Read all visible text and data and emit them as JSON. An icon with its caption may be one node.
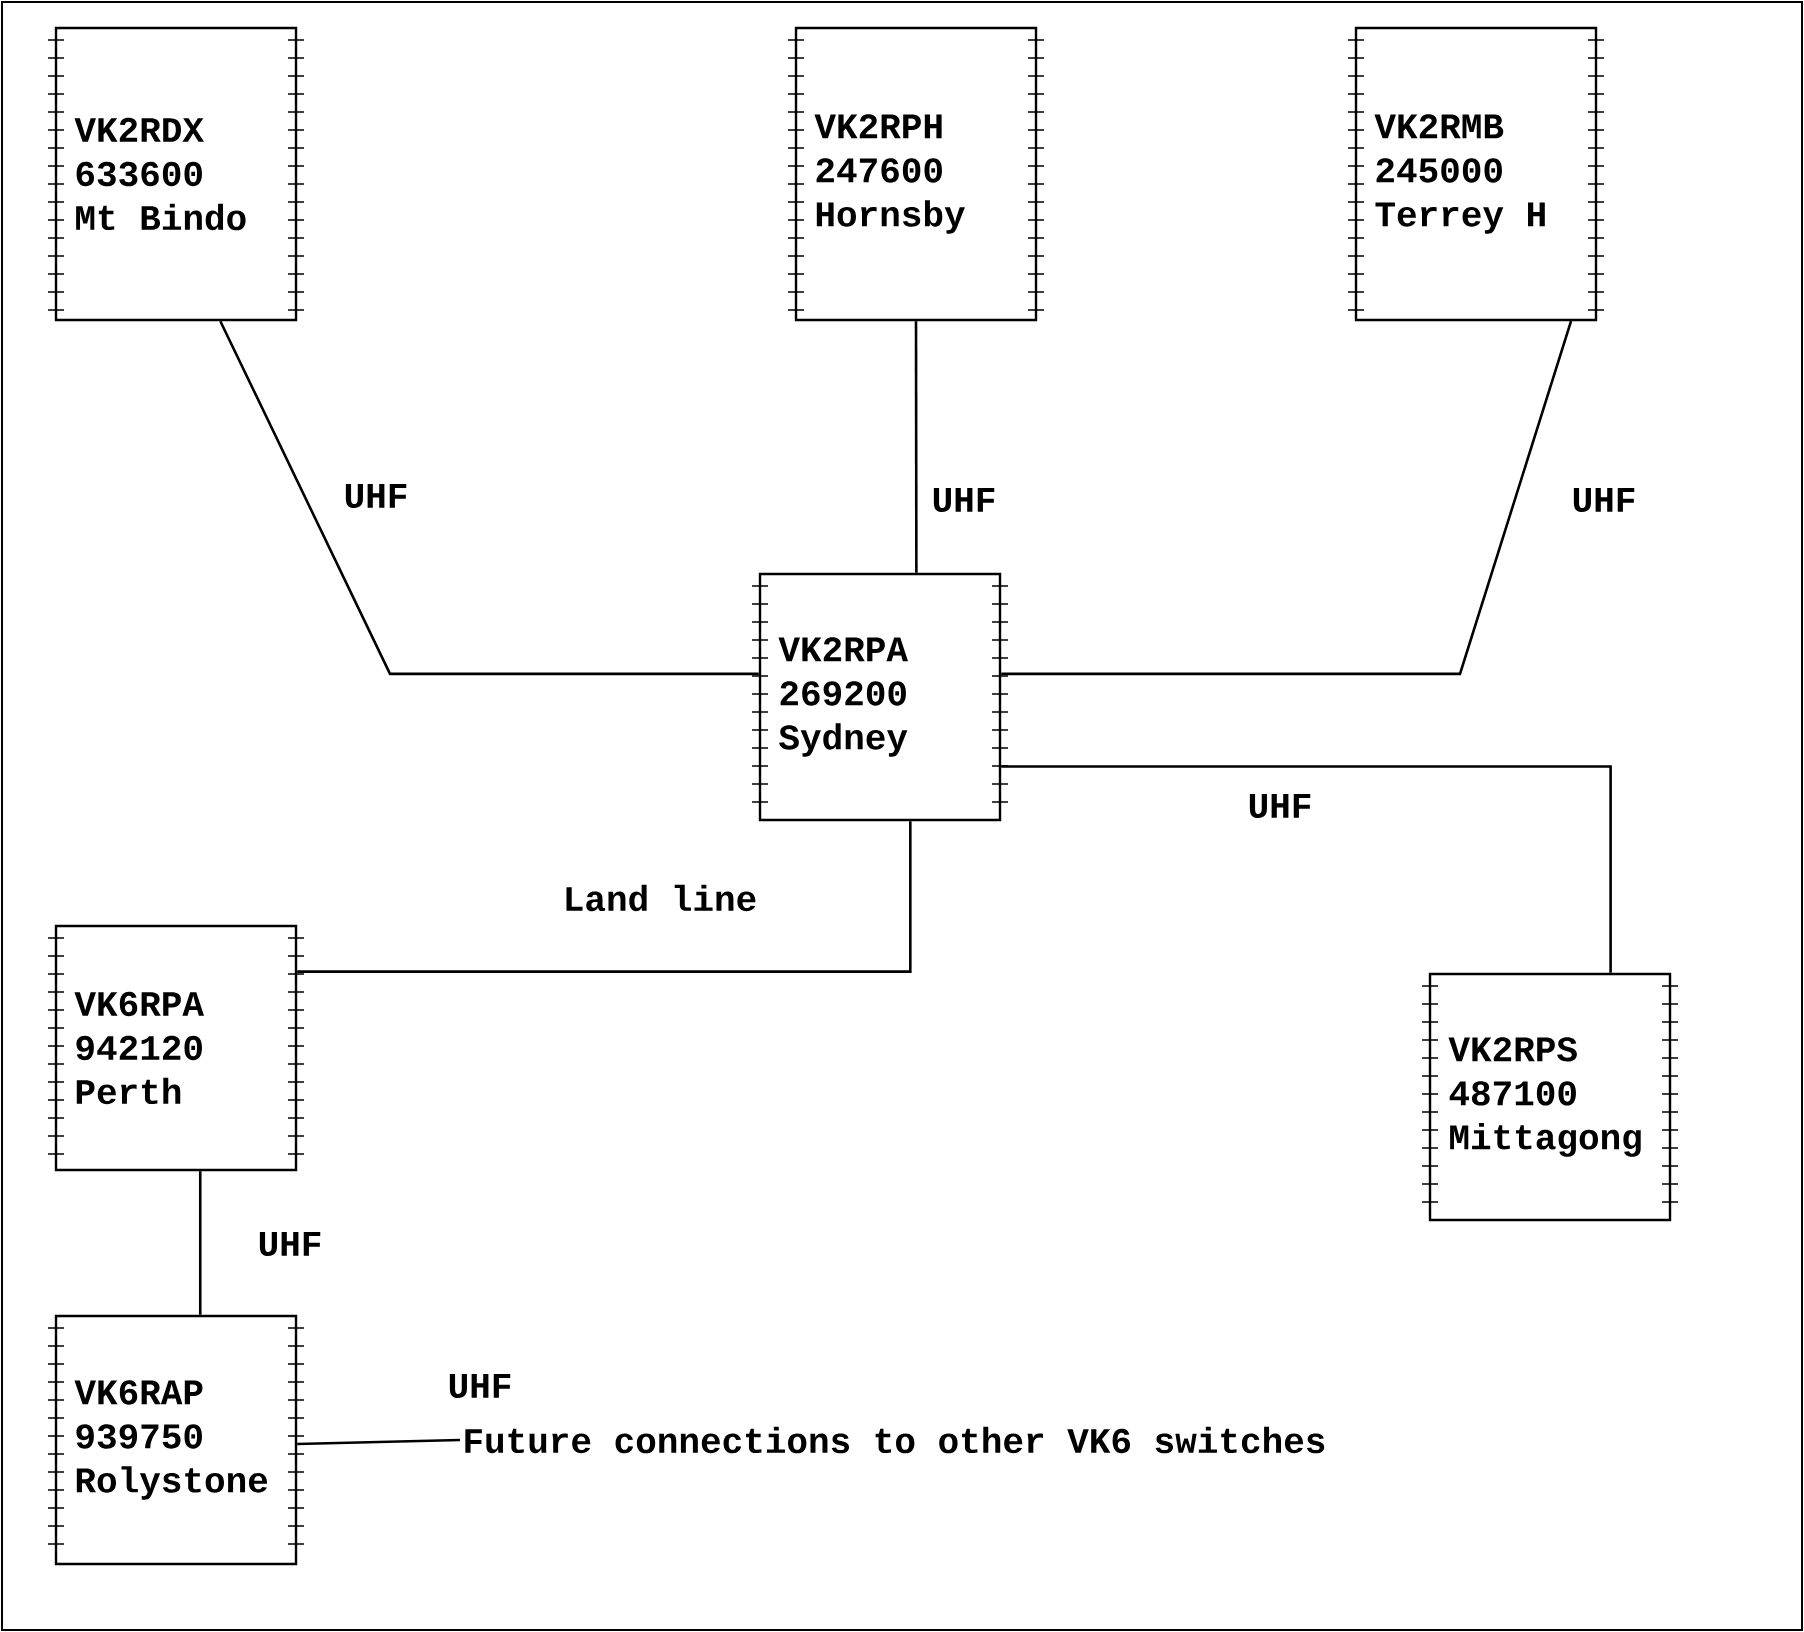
{
  "diagram": {
    "nodes": [
      {
        "text": [
          "VK2RDX",
          "633600",
          "Mt Bindo"
        ]
      },
      {
        "text": [
          "VK2RPH",
          "247600",
          "Hornsby"
        ]
      },
      {
        "text": [
          "VK2RMB",
          "245000",
          "Terrey H"
        ]
      },
      {
        "text": [
          "VK2RPA",
          "269200",
          "Sydney"
        ]
      },
      {
        "text": [
          "VK6RPA",
          "942120",
          "Perth"
        ]
      },
      {
        "text": [
          "VK2RPS",
          "487100",
          "Mittagong"
        ]
      },
      {
        "text": [
          "VK6RAP",
          "939750",
          "Rolystone"
        ]
      },
      {
        "text": [
          "Future connections to other VK6 switches"
        ]
      }
    ],
    "edges": [
      {
        "from": 0,
        "to": 3,
        "arrow": "none",
        "label": "UHF"
      },
      {
        "from": 1,
        "to": 3,
        "arrow": "none",
        "label": "UHF"
      },
      {
        "from": 2,
        "to": 3,
        "arrow": "none",
        "label": "UHF"
      },
      {
        "from": 3,
        "to": 5,
        "arrow": "none",
        "label": "UHF"
      },
      {
        "from": 3,
        "to": 4,
        "arrow": "none",
        "label": "Land line"
      },
      {
        "from": 4,
        "to": 6,
        "arrow": "none",
        "label": "UHF"
      },
      {
        "from": 6,
        "to": 7,
        "arrow": "none",
        "label": "UHF"
      }
    ]
  }
}
